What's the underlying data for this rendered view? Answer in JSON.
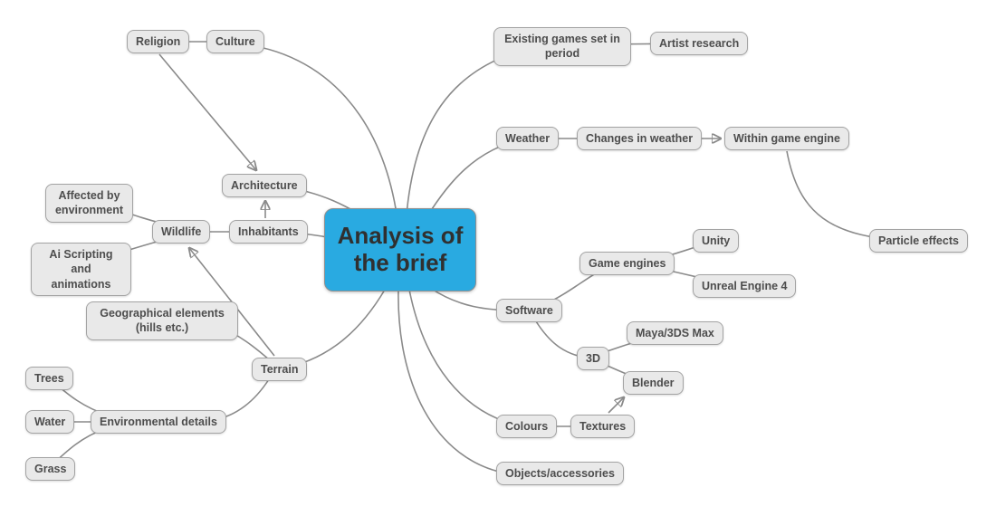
{
  "diagram": {
    "type": "mindmap",
    "central": {
      "label": "Analysis of the brief"
    },
    "colors": {
      "central_bg": "#29aae1",
      "node_bg": "#e9e9e9",
      "node_border": "#a3a3a3",
      "node_text": "#4d4d4d",
      "link": "#8a8a8a"
    },
    "nodes": [
      {
        "id": "religion",
        "label": "Religion"
      },
      {
        "id": "culture",
        "label": "Culture"
      },
      {
        "id": "existing-games",
        "label": "Existing games set in period"
      },
      {
        "id": "artist-research",
        "label": "Artist research"
      },
      {
        "id": "weather",
        "label": "Weather"
      },
      {
        "id": "changes-in-weather",
        "label": "Changes in weather"
      },
      {
        "id": "within-game-engine",
        "label": "Within game engine"
      },
      {
        "id": "architecture",
        "label": "Architecture"
      },
      {
        "id": "affected-by-environment",
        "label": "Affected by environment"
      },
      {
        "id": "wildlife",
        "label": "Wildlife"
      },
      {
        "id": "inhabitants",
        "label": "Inhabitants"
      },
      {
        "id": "ai-scripting",
        "label": "Ai Scripting and animations"
      },
      {
        "id": "particle-effects",
        "label": "Particle effects"
      },
      {
        "id": "game-engines",
        "label": "Game engines"
      },
      {
        "id": "unity",
        "label": "Unity"
      },
      {
        "id": "unreal-engine-4",
        "label": "Unreal Engine 4"
      },
      {
        "id": "software",
        "label": "Software"
      },
      {
        "id": "geographical-elements",
        "label": "Geographical elements (hills etc.)"
      },
      {
        "id": "3d",
        "label": "3D"
      },
      {
        "id": "maya-3ds-max",
        "label": "Maya/3DS Max"
      },
      {
        "id": "blender",
        "label": "Blender"
      },
      {
        "id": "terrain",
        "label": "Terrain"
      },
      {
        "id": "trees",
        "label": "Trees"
      },
      {
        "id": "water",
        "label": "Water"
      },
      {
        "id": "environmental-details",
        "label": "Environmental details"
      },
      {
        "id": "colours",
        "label": "Colours"
      },
      {
        "id": "textures",
        "label": "Textures"
      },
      {
        "id": "grass",
        "label": "Grass"
      },
      {
        "id": "objects-accessories",
        "label": "Objects/accessories"
      }
    ],
    "connections": [
      {
        "from": "culture",
        "to": "religion",
        "arrow": false
      },
      {
        "from": "central",
        "to": "culture",
        "arrow": false
      },
      {
        "from": "religion",
        "to": "architecture",
        "arrow": true
      },
      {
        "from": "central",
        "to": "existing-games",
        "arrow": false
      },
      {
        "from": "existing-games",
        "to": "artist-research",
        "arrow": false
      },
      {
        "from": "central",
        "to": "weather",
        "arrow": false
      },
      {
        "from": "weather",
        "to": "changes-in-weather",
        "arrow": false
      },
      {
        "from": "changes-in-weather",
        "to": "within-game-engine",
        "arrow": true
      },
      {
        "from": "within-game-engine",
        "to": "particle-effects",
        "arrow": false
      },
      {
        "from": "central",
        "to": "architecture",
        "arrow": false
      },
      {
        "from": "inhabitants",
        "to": "architecture",
        "arrow": true
      },
      {
        "from": "central",
        "to": "inhabitants",
        "arrow": false
      },
      {
        "from": "inhabitants",
        "to": "wildlife",
        "arrow": false
      },
      {
        "from": "wildlife",
        "to": "affected-by-environment",
        "arrow": false
      },
      {
        "from": "wildlife",
        "to": "ai-scripting",
        "arrow": false
      },
      {
        "from": "terrain",
        "to": "wildlife",
        "arrow": true
      },
      {
        "from": "central",
        "to": "software",
        "arrow": false
      },
      {
        "from": "software",
        "to": "game-engines",
        "arrow": false
      },
      {
        "from": "game-engines",
        "to": "unity",
        "arrow": false
      },
      {
        "from": "game-engines",
        "to": "unreal-engine-4",
        "arrow": false
      },
      {
        "from": "software",
        "to": "3d",
        "arrow": false
      },
      {
        "from": "3d",
        "to": "maya-3ds-max",
        "arrow": false
      },
      {
        "from": "3d",
        "to": "blender",
        "arrow": false
      },
      {
        "from": "central",
        "to": "terrain",
        "arrow": false
      },
      {
        "from": "terrain",
        "to": "geographical-elements",
        "arrow": false
      },
      {
        "from": "terrain",
        "to": "environmental-details",
        "arrow": false
      },
      {
        "from": "environmental-details",
        "to": "trees",
        "arrow": false
      },
      {
        "from": "environmental-details",
        "to": "water",
        "arrow": false
      },
      {
        "from": "environmental-details",
        "to": "grass",
        "arrow": false
      },
      {
        "from": "central",
        "to": "colours",
        "arrow": false
      },
      {
        "from": "colours",
        "to": "textures",
        "arrow": false
      },
      {
        "from": "textures",
        "to": "blender",
        "arrow": true
      },
      {
        "from": "central",
        "to": "objects-accessories",
        "arrow": false
      }
    ]
  }
}
